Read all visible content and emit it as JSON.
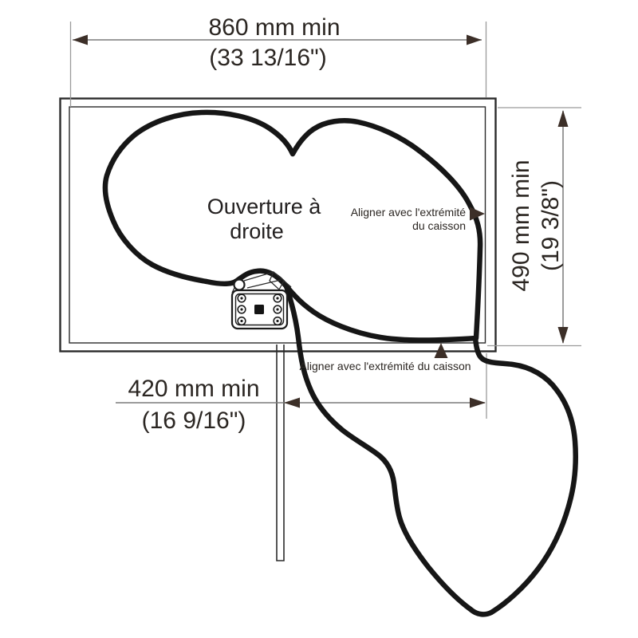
{
  "diagram_type": "cabinet-pullout-installation-template",
  "labels": {
    "opening_line1": "Ouverture à",
    "opening_line2": "droite",
    "align_right_line1": "Aligner avec l'extrémité",
    "align_right_line2": "du caisson",
    "align_bottom": "Aligner avec l'extrémité du caisson"
  },
  "dimensions": {
    "width_mm": "860 mm min",
    "width_in": "(33 13/16\")",
    "depth_mm": "490 mm min",
    "depth_in": "(19 3/8\")",
    "offset_mm": "420 mm min",
    "offset_in": "(16 9/16\")"
  },
  "colors": {
    "background": "#ffffff",
    "outline": "#161616",
    "cabinet_line": "#2b2b2b",
    "dimension_line": "#7a7a7a",
    "extension_line": "#9a9a9a",
    "arrow": "#3c2f28",
    "text": "#262220"
  }
}
